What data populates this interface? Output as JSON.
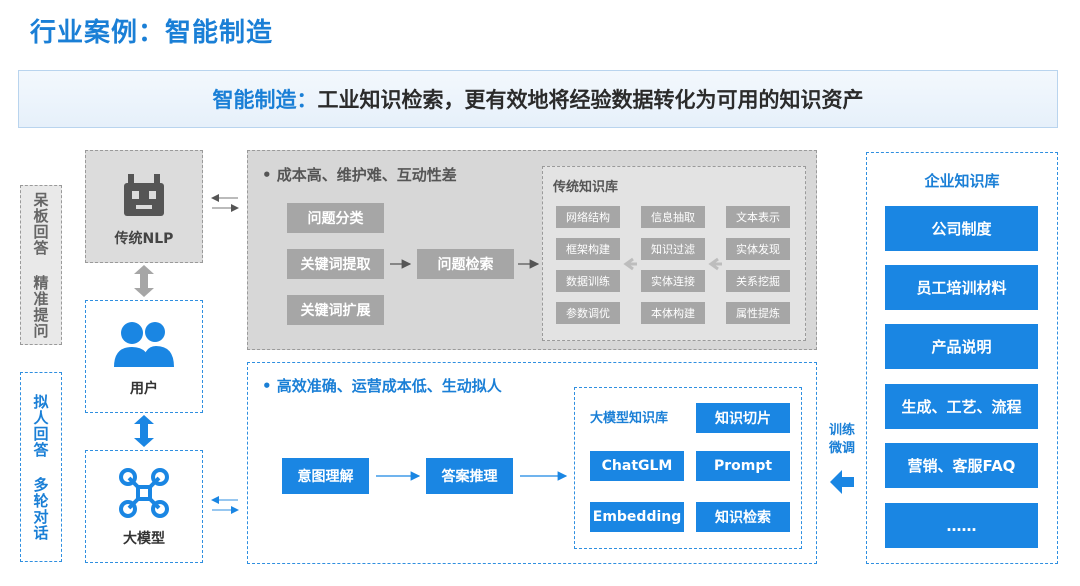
{
  "page_title": "行业案例：智能制造",
  "subtitle": {
    "highlight": "智能制造：",
    "text": "工业知识检索，更有效地将经验数据转化为可用的知识资产"
  },
  "side_labels": {
    "traditional": "呆板回答 精准提问",
    "llm": "拟人回答 多轮对话"
  },
  "nodes": {
    "nlp": "传统NLP",
    "user": "用户",
    "llm": "大模型"
  },
  "traditional_panel": {
    "heading": "•   成本高、维护难、互动性差",
    "steps": [
      "问题分类",
      "关键词提取",
      "关键词扩展",
      "问题检索"
    ],
    "kb_title": "传统知识库",
    "kb_items": [
      "网络结构",
      "信息抽取",
      "文本表示",
      "框架构建",
      "知识过滤",
      "实体发现",
      "数据训练",
      "实体连接",
      "关系挖掘",
      "参数调优",
      "本体构建",
      "属性提炼"
    ]
  },
  "llm_panel": {
    "heading": "•   高效准确、运营成本低、生动拟人",
    "steps": [
      "意图理解",
      "答案推理"
    ],
    "kb_title": "大模型知识库",
    "kb_items": [
      "知识切片",
      "ChatGLM",
      "Prompt",
      "Embedding",
      "知识检索"
    ]
  },
  "train_label": "训练 微调",
  "enterprise_kb": {
    "title": "企业知识库",
    "items": [
      "公司制度",
      "员工培训材料",
      "产品说明",
      "生成、工艺、流程",
      "营销、客服FAQ",
      "……"
    ]
  },
  "colors": {
    "accent_blue": "#1a86e3",
    "title_blue": "#1a7fd6",
    "gray_button": "#a6a6a6",
    "gray_panel": "#d7d7d7"
  }
}
